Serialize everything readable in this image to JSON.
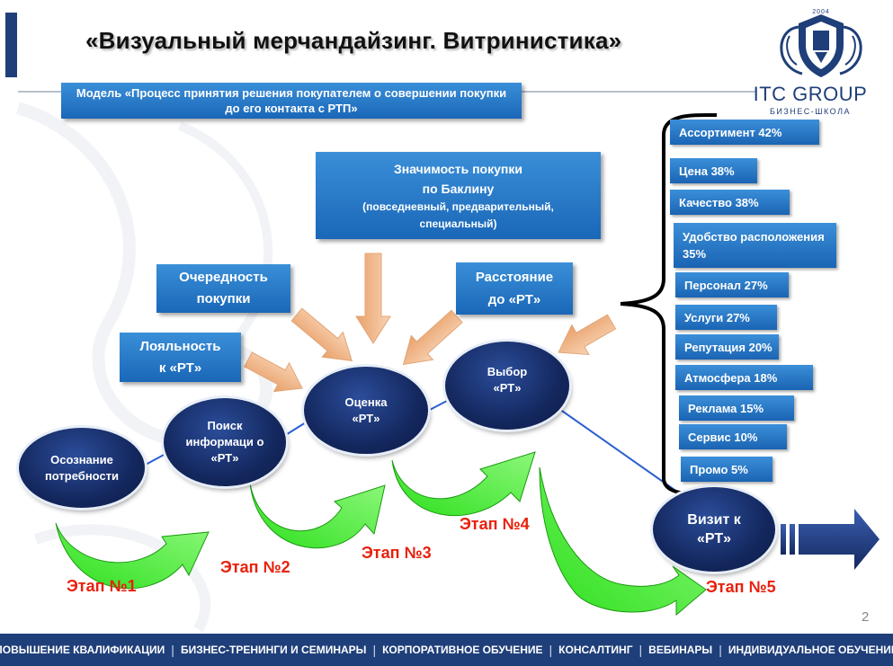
{
  "title": "«Визуальный мерчандайзинг. Витринистика»",
  "logo": {
    "name": "ITC GROUP",
    "subtitle": "БИЗНЕС-ШКОЛА",
    "year": "2004"
  },
  "model": "Модель «Процесс принятия решения покупателем о совершении покупки до его контакта с РТП»",
  "significance": {
    "line1": "Значимость покупки",
    "line2": "по Баклину",
    "line3": "(повседневный, предварительный,",
    "line4": "специальный)"
  },
  "order": {
    "line1": "Очередность",
    "line2": "покупки"
  },
  "distance": {
    "line1": "Расстояние",
    "line2": "до «РТ»"
  },
  "loyalty": {
    "line1": "Лояльность",
    "line2": "к «РТ»"
  },
  "steps": [
    {
      "text": "Осознание потребности"
    },
    {
      "text": "Поиск информаци о «РТ»"
    },
    {
      "text": "Оценка «РТ»"
    },
    {
      "text": "Выбор «РТ»"
    },
    {
      "text": "Визит к «РТ»"
    }
  ],
  "stages": [
    "Этап №1",
    "Этап №2",
    "Этап №3",
    "Этап №4",
    "Этап №5"
  ],
  "factors": [
    "Ассортимент 42%",
    "Цена 38%",
    "Качество 38%",
    "Удобство расположения 35%",
    "Персонал 27%",
    "Услуги 27%",
    "Репутация 20%",
    "Атмосфера 18%",
    "Реклама 15%",
    "Сервис 10%",
    "Промо 5%"
  ],
  "page_number": "2",
  "footer": [
    "ПОВЫШЕНИЕ КВАЛИФИКАЦИИ",
    "БИЗНЕС-ТРЕНИНГИ И СЕМИНАРЫ",
    "КОРПОРАТИВНОЕ ОБУЧЕНИЕ",
    "КОНСАЛТИНГ",
    "ВЕБИНАРЫ",
    "ИНДИВИДУАЛЬНОЕ ОБУЧЕНИЕ"
  ],
  "colors": {
    "navy": "#1f3f7a",
    "blue": "#1a67b8",
    "stage_red": "#e8210c",
    "arrow_green": "#33e82a",
    "peach_arrow": "#f2b98c"
  }
}
